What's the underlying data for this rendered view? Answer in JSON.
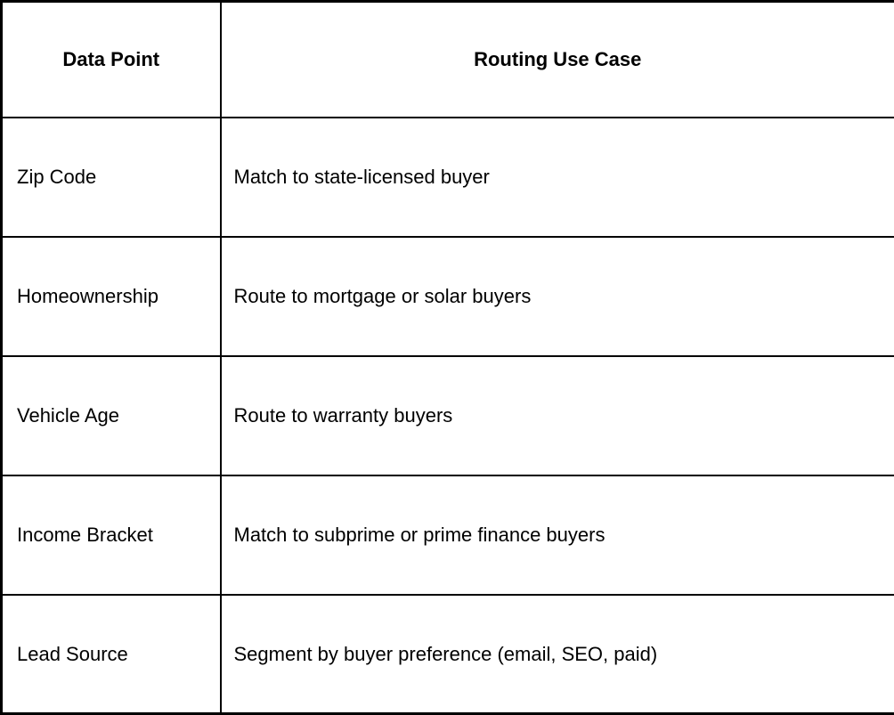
{
  "table": {
    "columns": [
      {
        "label": "Data Point"
      },
      {
        "label": "Routing Use Case"
      }
    ],
    "rows": [
      {
        "data_point": "Zip Code",
        "use_case": "Match to state-licensed buyer"
      },
      {
        "data_point": "Homeownership",
        "use_case": "Route to mortgage or solar buyers"
      },
      {
        "data_point": "Vehicle Age",
        "use_case": "Route to warranty buyers"
      },
      {
        "data_point": "Income Bracket",
        "use_case": "Match to subprime or prime finance buyers"
      },
      {
        "data_point": "Lead Source",
        "use_case": "Segment by buyer preference (email, SEO, paid)"
      }
    ],
    "colors": {
      "border": "#000000",
      "text": "#000000",
      "background": "#ffffff"
    }
  }
}
